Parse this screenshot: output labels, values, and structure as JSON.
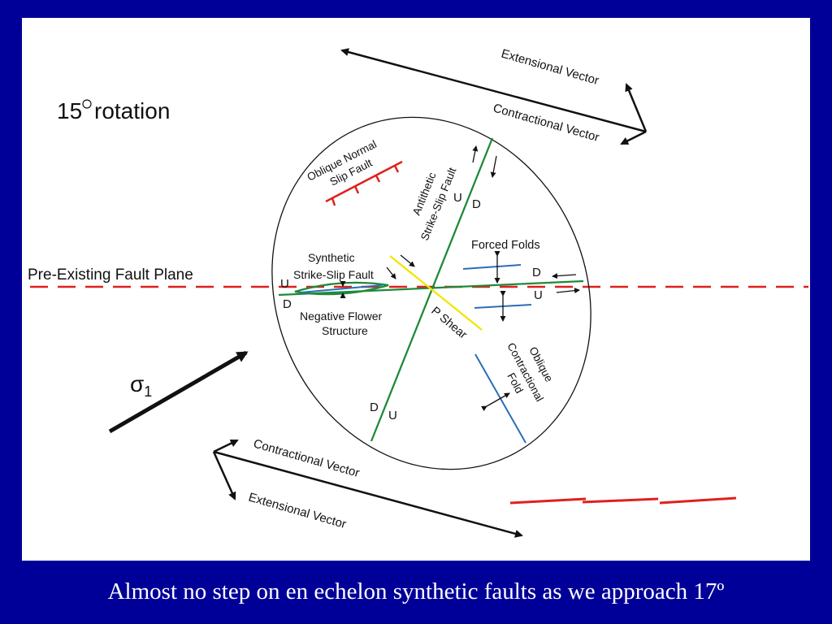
{
  "title": {
    "number": "15",
    "rest": "rotation"
  },
  "labels": {
    "extensional_top": "Extensional Vector",
    "contractional_top": "Contractional Vector",
    "contractional_bottom": "Contractional Vector",
    "extensional_bottom": "Extensional Vector",
    "oblique_normal_1": "Oblique Normal",
    "oblique_normal_2": "Slip Fault",
    "antithetic_1": "Antithetic",
    "antithetic_2": "Strike-Slip Fault",
    "forced_folds": "Forced Folds",
    "synthetic_1": "Synthetic",
    "synthetic_2": "Strike-Slip Fault",
    "pre_existing": "Pre-Existing Fault Plane",
    "negative_flower_1": "Negative Flower",
    "negative_flower_2": "Structure",
    "p_shear": "P Shear",
    "oblique_contractional_1": "Oblique",
    "oblique_contractional_2": "Contractional",
    "oblique_contractional_3": "Fold",
    "sigma": "σ",
    "sigma_sub": "1",
    "u": "U",
    "d": "D"
  },
  "caption": "Almost no step on en echelon synthetic faults as we approach 17º",
  "colors": {
    "background": "#000099",
    "panel": "#ffffff",
    "fault_red": "#e0201c",
    "green": "#1e8a3a",
    "yellow": "#f2e600",
    "blue": "#2a6eb5"
  }
}
